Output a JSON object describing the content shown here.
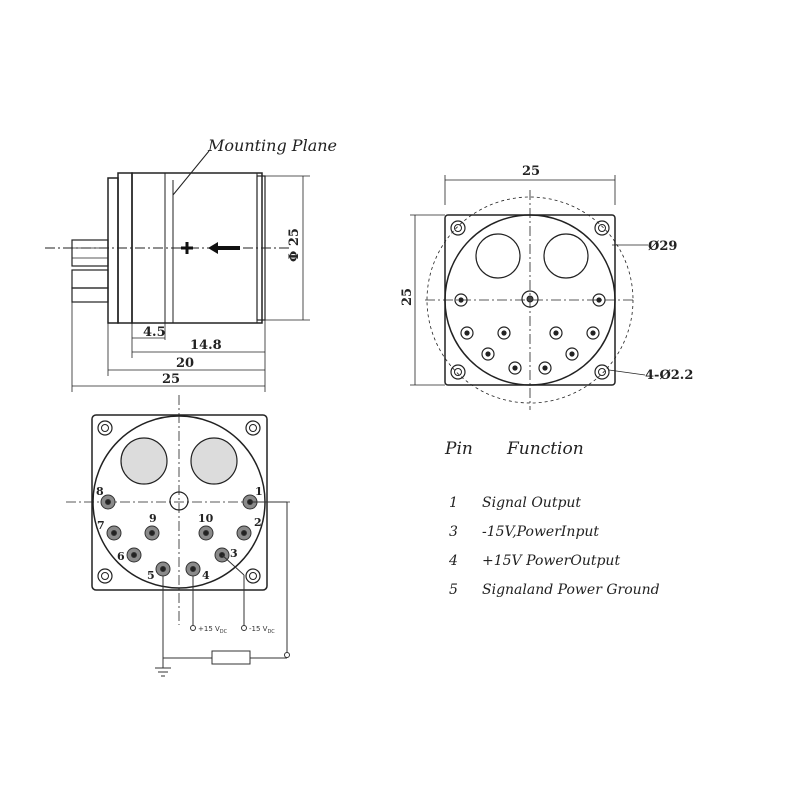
{
  "side_view": {
    "mounting_plane_label": "Mounting Plane",
    "diameter_label": "Φ 25",
    "dim_4_5": "4.5",
    "dim_14_8": "14.8",
    "dim_20": "20",
    "dim_25": "25",
    "plus_symbol": "+",
    "arrow_symbol": "⟵"
  },
  "top_view": {
    "width_label": "25",
    "height_label": "25",
    "circle_label": "Ø29",
    "holes_label": "4-Ø2.2"
  },
  "pin_view": {
    "pin_numbers": [
      "8",
      "1",
      "7",
      "9",
      "10",
      "2",
      "6",
      "3",
      "5",
      "4"
    ],
    "plus_supply": "+15 V",
    "plus_supply_sub": "DC",
    "minus_supply": "-15 V",
    "minus_supply_sub": "DC"
  },
  "pin_table": {
    "heading_pin": "Pin",
    "heading_function": "Function",
    "rows": [
      {
        "pin": "1",
        "function": "Signal Output"
      },
      {
        "pin": "3",
        "function": "-15V,PowerInput"
      },
      {
        "pin": "4",
        "function": "+15V PowerOutput"
      },
      {
        "pin": "5",
        "function": "Signaland Power Ground"
      }
    ]
  }
}
